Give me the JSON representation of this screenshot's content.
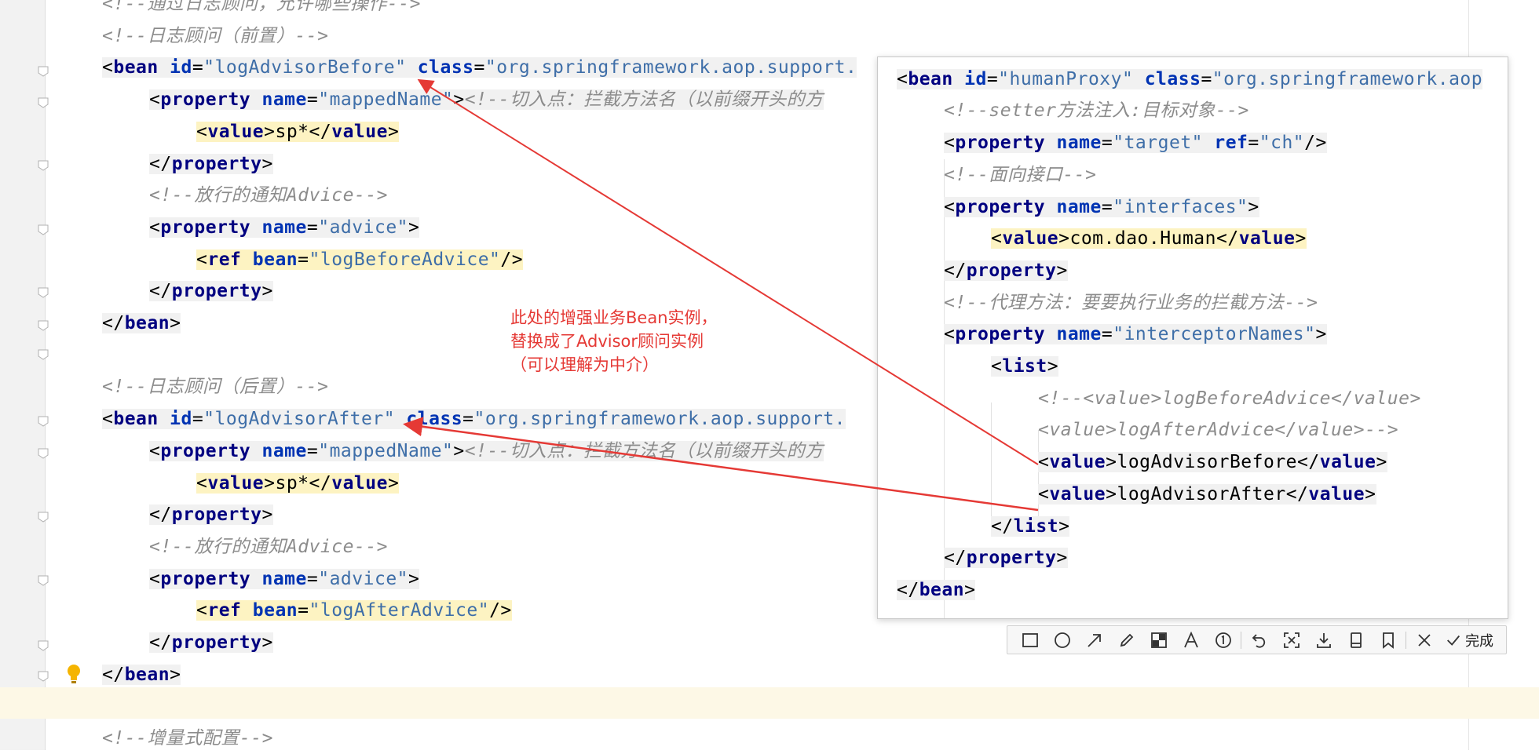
{
  "editor": {
    "lines": [
      {
        "indent": 0,
        "parts": [
          {
            "c": "cmt",
            "t": "<!--通过日志顾问，允许哪些操作-->"
          }
        ]
      },
      {
        "indent": 0,
        "parts": [
          {
            "c": "cmt",
            "t": "<!--日志顾问（前置）-->"
          }
        ]
      },
      {
        "indent": 0,
        "bg": true,
        "parts": [
          {
            "c": "pun",
            "t": "<"
          },
          {
            "c": "tag",
            "t": "bean "
          },
          {
            "c": "attr",
            "t": "id"
          },
          {
            "c": "pun",
            "t": "="
          },
          {
            "c": "str",
            "t": "\"logAdvisorBefore\" "
          },
          {
            "c": "attr",
            "t": "class"
          },
          {
            "c": "pun",
            "t": "="
          },
          {
            "c": "str",
            "t": "\"org.springframework.aop.support."
          }
        ]
      },
      {
        "indent": 1,
        "bg": true,
        "parts": [
          {
            "c": "pun",
            "t": "<"
          },
          {
            "c": "tag",
            "t": "property "
          },
          {
            "c": "attr",
            "t": "name"
          },
          {
            "c": "pun",
            "t": "="
          },
          {
            "c": "str",
            "t": "\"mappedName\""
          },
          {
            "c": "pun",
            "t": ">"
          },
          {
            "c": "cmt",
            "t": "<!--切入点：拦截方法名（以前缀开头的方"
          }
        ]
      },
      {
        "indent": 2,
        "hl": true,
        "parts": [
          {
            "c": "pun",
            "t": "<"
          },
          {
            "c": "tag",
            "t": "value"
          },
          {
            "c": "pun",
            "t": ">"
          },
          {
            "c": "txt",
            "t": "sp*"
          },
          {
            "c": "pun",
            "t": "</"
          },
          {
            "c": "tag",
            "t": "value"
          },
          {
            "c": "pun",
            "t": ">"
          }
        ]
      },
      {
        "indent": 1,
        "bg": true,
        "parts": [
          {
            "c": "pun",
            "t": "</"
          },
          {
            "c": "tag",
            "t": "property"
          },
          {
            "c": "pun",
            "t": ">"
          }
        ]
      },
      {
        "indent": 1,
        "parts": [
          {
            "c": "cmt",
            "t": "<!--放行的通知Advice-->"
          }
        ]
      },
      {
        "indent": 1,
        "bg": true,
        "parts": [
          {
            "c": "pun",
            "t": "<"
          },
          {
            "c": "tag",
            "t": "property "
          },
          {
            "c": "attr",
            "t": "name"
          },
          {
            "c": "pun",
            "t": "="
          },
          {
            "c": "str",
            "t": "\"advice\""
          },
          {
            "c": "pun",
            "t": ">"
          }
        ]
      },
      {
        "indent": 2,
        "hl": true,
        "parts": [
          {
            "c": "pun",
            "t": "<"
          },
          {
            "c": "tag",
            "t": "ref "
          },
          {
            "c": "attr",
            "t": "bean"
          },
          {
            "c": "pun",
            "t": "="
          },
          {
            "c": "str",
            "t": "\"logBeforeAdvice\""
          },
          {
            "c": "pun",
            "t": "/>"
          }
        ]
      },
      {
        "indent": 1,
        "bg": true,
        "parts": [
          {
            "c": "pun",
            "t": "</"
          },
          {
            "c": "tag",
            "t": "property"
          },
          {
            "c": "pun",
            "t": ">"
          }
        ]
      },
      {
        "indent": 0,
        "bg": true,
        "parts": [
          {
            "c": "pun",
            "t": "</"
          },
          {
            "c": "tag",
            "t": "bean"
          },
          {
            "c": "pun",
            "t": ">"
          }
        ]
      },
      {
        "indent": 0,
        "parts": []
      },
      {
        "indent": 0,
        "parts": [
          {
            "c": "cmt",
            "t": "<!--日志顾问（后置）-->"
          }
        ]
      },
      {
        "indent": 0,
        "bg": true,
        "parts": [
          {
            "c": "pun",
            "t": "<"
          },
          {
            "c": "tag",
            "t": "bean "
          },
          {
            "c": "attr",
            "t": "id"
          },
          {
            "c": "pun",
            "t": "="
          },
          {
            "c": "str",
            "t": "\"logAdvisorAfter\" "
          },
          {
            "c": "attr",
            "t": "class"
          },
          {
            "c": "pun",
            "t": "="
          },
          {
            "c": "str",
            "t": "\"org.springframework.aop.support."
          }
        ]
      },
      {
        "indent": 1,
        "bg": true,
        "parts": [
          {
            "c": "pun",
            "t": "<"
          },
          {
            "c": "tag",
            "t": "property "
          },
          {
            "c": "attr",
            "t": "name"
          },
          {
            "c": "pun",
            "t": "="
          },
          {
            "c": "str",
            "t": "\"mappedName\""
          },
          {
            "c": "pun",
            "t": ">"
          },
          {
            "c": "cmt",
            "t": "<!--切入点：拦截方法名（以前缀开头的方"
          }
        ]
      },
      {
        "indent": 2,
        "hl": true,
        "parts": [
          {
            "c": "pun",
            "t": "<"
          },
          {
            "c": "tag",
            "t": "value"
          },
          {
            "c": "pun",
            "t": ">"
          },
          {
            "c": "txt",
            "t": "sp*"
          },
          {
            "c": "pun",
            "t": "</"
          },
          {
            "c": "tag",
            "t": "value"
          },
          {
            "c": "pun",
            "t": ">"
          }
        ]
      },
      {
        "indent": 1,
        "bg": true,
        "parts": [
          {
            "c": "pun",
            "t": "</"
          },
          {
            "c": "tag",
            "t": "property"
          },
          {
            "c": "pun",
            "t": ">"
          }
        ]
      },
      {
        "indent": 1,
        "parts": [
          {
            "c": "cmt",
            "t": "<!--放行的通知Advice-->"
          }
        ]
      },
      {
        "indent": 1,
        "bg": true,
        "parts": [
          {
            "c": "pun",
            "t": "<"
          },
          {
            "c": "tag",
            "t": "property "
          },
          {
            "c": "attr",
            "t": "name"
          },
          {
            "c": "pun",
            "t": "="
          },
          {
            "c": "str",
            "t": "\"advice\""
          },
          {
            "c": "pun",
            "t": ">"
          }
        ]
      },
      {
        "indent": 2,
        "hl": true,
        "parts": [
          {
            "c": "pun",
            "t": "<"
          },
          {
            "c": "tag",
            "t": "ref "
          },
          {
            "c": "attr",
            "t": "bean"
          },
          {
            "c": "pun",
            "t": "="
          },
          {
            "c": "str",
            "t": "\"logAfterAdvice\""
          },
          {
            "c": "pun",
            "t": "/>"
          }
        ]
      },
      {
        "indent": 1,
        "bg": true,
        "parts": [
          {
            "c": "pun",
            "t": "</"
          },
          {
            "c": "tag",
            "t": "property"
          },
          {
            "c": "pun",
            "t": ">"
          }
        ]
      },
      {
        "indent": 0,
        "bg": true,
        "parts": [
          {
            "c": "pun",
            "t": "</"
          },
          {
            "c": "tag",
            "t": "bean"
          },
          {
            "c": "pun",
            "t": ">"
          }
        ]
      },
      {
        "indent": 0,
        "parts": []
      },
      {
        "indent": 0,
        "parts": [
          {
            "c": "cmt",
            "t": "<!--增量式配置-->"
          }
        ]
      }
    ]
  },
  "popup": {
    "lines": [
      {
        "indent": 0,
        "parts": [
          {
            "c": "cmt",
            "t": "<!--增量式配置-->"
          }
        ]
      },
      {
        "indent": 0,
        "bg": true,
        "parts": [
          {
            "c": "pun",
            "t": "<"
          },
          {
            "c": "tag",
            "t": "bean "
          },
          {
            "c": "attr",
            "t": "id"
          },
          {
            "c": "pun",
            "t": "="
          },
          {
            "c": "str",
            "t": "\"humanProxy\" "
          },
          {
            "c": "attr",
            "t": "class"
          },
          {
            "c": "pun",
            "t": "="
          },
          {
            "c": "str",
            "t": "\"org.springframework.aop"
          }
        ]
      },
      {
        "indent": 1,
        "parts": [
          {
            "c": "cmt",
            "t": "<!--setter方法注入:目标对象-->"
          }
        ]
      },
      {
        "indent": 1,
        "bg": true,
        "parts": [
          {
            "c": "pun",
            "t": "<"
          },
          {
            "c": "tag",
            "t": "property "
          },
          {
            "c": "attr",
            "t": "name"
          },
          {
            "c": "pun",
            "t": "="
          },
          {
            "c": "str",
            "t": "\"target\" "
          },
          {
            "c": "attr",
            "t": "ref"
          },
          {
            "c": "pun",
            "t": "="
          },
          {
            "c": "str",
            "t": "\"ch\""
          },
          {
            "c": "pun",
            "t": "/>"
          }
        ]
      },
      {
        "indent": 1,
        "parts": [
          {
            "c": "cmt",
            "t": "<!--面向接口-->"
          }
        ]
      },
      {
        "indent": 1,
        "bg": true,
        "parts": [
          {
            "c": "pun",
            "t": "<"
          },
          {
            "c": "tag",
            "t": "property "
          },
          {
            "c": "attr",
            "t": "name"
          },
          {
            "c": "pun",
            "t": "="
          },
          {
            "c": "str",
            "t": "\"interfaces\""
          },
          {
            "c": "pun",
            "t": ">"
          }
        ]
      },
      {
        "indent": 2,
        "hl": true,
        "parts": [
          {
            "c": "pun",
            "t": "<"
          },
          {
            "c": "tag",
            "t": "value"
          },
          {
            "c": "pun",
            "t": ">"
          },
          {
            "c": "txt",
            "t": "com.dao.Human"
          },
          {
            "c": "pun",
            "t": "</"
          },
          {
            "c": "tag",
            "t": "value"
          },
          {
            "c": "pun",
            "t": ">"
          }
        ]
      },
      {
        "indent": 1,
        "bg": true,
        "parts": [
          {
            "c": "pun",
            "t": "</"
          },
          {
            "c": "tag",
            "t": "property"
          },
          {
            "c": "pun",
            "t": ">"
          }
        ]
      },
      {
        "indent": 1,
        "parts": [
          {
            "c": "cmt",
            "t": "<!--代理方法：要要执行业务的拦截方法-->"
          }
        ]
      },
      {
        "indent": 1,
        "bg": true,
        "parts": [
          {
            "c": "pun",
            "t": "<"
          },
          {
            "c": "tag",
            "t": "property "
          },
          {
            "c": "attr",
            "t": "name"
          },
          {
            "c": "pun",
            "t": "="
          },
          {
            "c": "str",
            "t": "\"interceptorNames\""
          },
          {
            "c": "pun",
            "t": ">"
          }
        ]
      },
      {
        "indent": 2,
        "bg": true,
        "parts": [
          {
            "c": "pun",
            "t": "<"
          },
          {
            "c": "tag",
            "t": "list"
          },
          {
            "c": "pun",
            "t": ">"
          }
        ]
      },
      {
        "indent": 3,
        "parts": [
          {
            "c": "cmt",
            "t": "<!--<value>logBeforeAdvice</value>"
          }
        ]
      },
      {
        "indent": 3,
        "parts": [
          {
            "c": "cmt",
            "t": "<value>logAfterAdvice</value>-->"
          }
        ]
      },
      {
        "indent": 3,
        "bg": true,
        "parts": [
          {
            "c": "pun",
            "t": "<"
          },
          {
            "c": "tag",
            "t": "value"
          },
          {
            "c": "pun",
            "t": ">"
          },
          {
            "c": "txt",
            "t": "logAdvisorBefore"
          },
          {
            "c": "pun",
            "t": "</"
          },
          {
            "c": "tag",
            "t": "value"
          },
          {
            "c": "pun",
            "t": ">"
          }
        ]
      },
      {
        "indent": 3,
        "bg": true,
        "parts": [
          {
            "c": "pun",
            "t": "<"
          },
          {
            "c": "tag",
            "t": "value"
          },
          {
            "c": "pun",
            "t": ">"
          },
          {
            "c": "txt",
            "t": "logAdvisorAfter"
          },
          {
            "c": "pun",
            "t": "</"
          },
          {
            "c": "tag",
            "t": "value"
          },
          {
            "c": "pun",
            "t": ">"
          }
        ]
      },
      {
        "indent": 2,
        "bg": true,
        "parts": [
          {
            "c": "pun",
            "t": "</"
          },
          {
            "c": "tag",
            "t": "list"
          },
          {
            "c": "pun",
            "t": ">"
          }
        ]
      },
      {
        "indent": 1,
        "bg": true,
        "parts": [
          {
            "c": "pun",
            "t": "</"
          },
          {
            "c": "tag",
            "t": "property"
          },
          {
            "c": "pun",
            "t": ">"
          }
        ]
      },
      {
        "indent": 0,
        "bg": true,
        "parts": [
          {
            "c": "pun",
            "t": "</"
          },
          {
            "c": "tag",
            "t": "bean"
          },
          {
            "c": "pun",
            "t": ">"
          }
        ]
      }
    ]
  },
  "annotation": {
    "text": "此处的增强业务Bean实例，\n替换成了Advisor顾问实例\n（可以理解为中介）",
    "color": "#e53935"
  },
  "toolbar": {
    "icons": [
      "rectangle-icon",
      "circle-icon",
      "arrow-icon",
      "pencil-icon",
      "mosaic-icon",
      "text-icon",
      "number-icon",
      "undo-icon",
      "ocr-icon",
      "download-icon",
      "pin-icon",
      "bookmark-icon",
      "close-icon"
    ],
    "done_label": "完成"
  },
  "colors": {
    "tag": "#000080",
    "attribute": "#0033b3",
    "string": "#3e6ea8",
    "comment": "#8c8c8c",
    "value_highlight": "#fdf3c2",
    "annotation_red": "#e53935"
  }
}
